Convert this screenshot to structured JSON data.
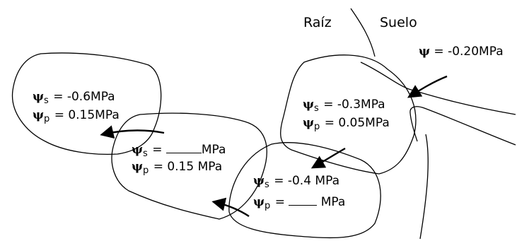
{
  "header": {
    "root_label": "Raíz",
    "soil_label": "Suelo"
  },
  "soil": {
    "psi_symbol": "ψ",
    "value": "= -0.20MPa"
  },
  "cells": {
    "c1": {
      "s_sub": "s",
      "s_value": "= -0.3MPa",
      "p_sub": "p",
      "p_value": "= 0.05MPa"
    },
    "c2": {
      "s_sub": "s",
      "s_value": "= -0.4 MPa",
      "p_sub": "p",
      "p_prefix": "=",
      "p_unit": "MPa"
    },
    "c3": {
      "s_sub": "s",
      "s_prefix": "=",
      "s_unit": "MPa",
      "p_sub": "p",
      "p_value": "= 0.15 MPa"
    },
    "c4": {
      "s_sub": "s",
      "s_value": "= -0.6MPa",
      "p_sub": "p",
      "p_value": "= 0.15MPa"
    }
  },
  "psi_symbol": "ψ"
}
